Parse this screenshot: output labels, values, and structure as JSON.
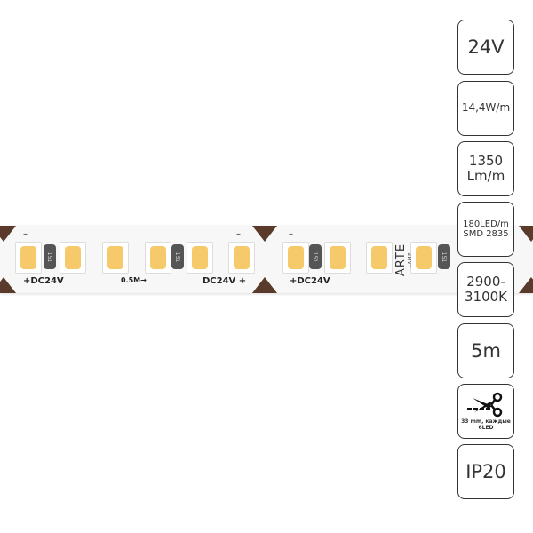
{
  "strip": {
    "labels": {
      "left_dc": "+DC24V",
      "mid_mark": "0.5M→",
      "right_dc": "DC24V +",
      "second_dc": "+DC24V",
      "minus": "–"
    },
    "resistor_code": "151",
    "logo": {
      "brand": "ARTE",
      "sub": "LAMP"
    },
    "led_color": "#f6c96b",
    "pad_color": "#5a3a2a"
  },
  "specs": [
    {
      "line1": "24V"
    },
    {
      "line1": "14,4W/m"
    },
    {
      "line1": "1350",
      "line2": "Lm/m"
    },
    {
      "line1": "180LED/m",
      "line2": "SMD 2835"
    },
    {
      "line1": "2900-",
      "line2": "3100K"
    },
    {
      "line1": "5m"
    },
    {
      "icon": "scissors-cut-icon",
      "line1": "33 mm, каждые",
      "line2": "6LED"
    },
    {
      "line1": "IP20"
    }
  ]
}
